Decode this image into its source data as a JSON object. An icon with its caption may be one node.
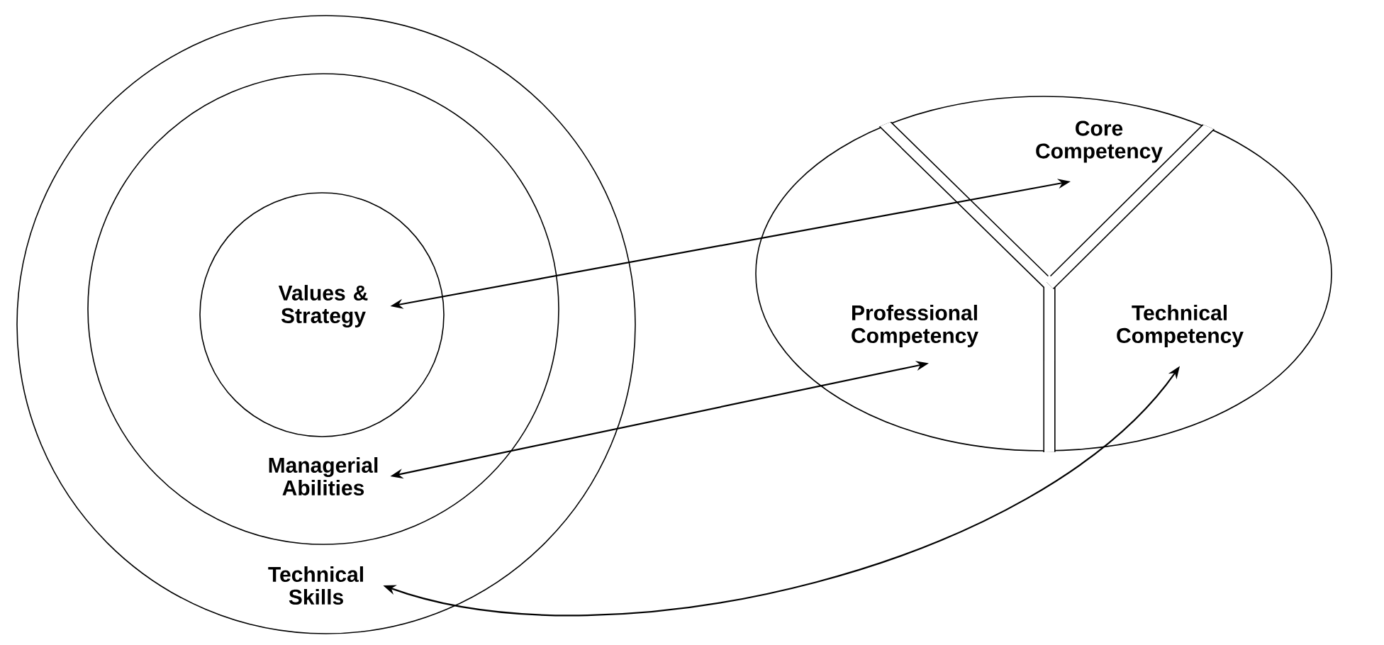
{
  "diagram": {
    "nodes": [
      {
        "text": [
          "Technical Skills"
        ]
      },
      {
        "text": [
          "Managerial Abilities"
        ],
        "in": 0
      },
      {
        "text": [
          "Values & Strategy"
        ],
        "in": 1
      },
      {
        "text": [],
        "shape": "ellipse"
      },
      {
        "text": [
          "Core Competency"
        ],
        "in": 3
      },
      {
        "text": [
          "Professional Competency"
        ],
        "in": 3
      },
      {
        "text": [
          "Technical Competency"
        ],
        "in": 3
      }
    ],
    "edges": [
      {
        "from": 2,
        "to": 4,
        "arrow": "both"
      },
      {
        "from": 1,
        "to": 5,
        "arrow": "both"
      },
      {
        "from": 0,
        "to": 6,
        "arrow": "both"
      }
    ]
  }
}
